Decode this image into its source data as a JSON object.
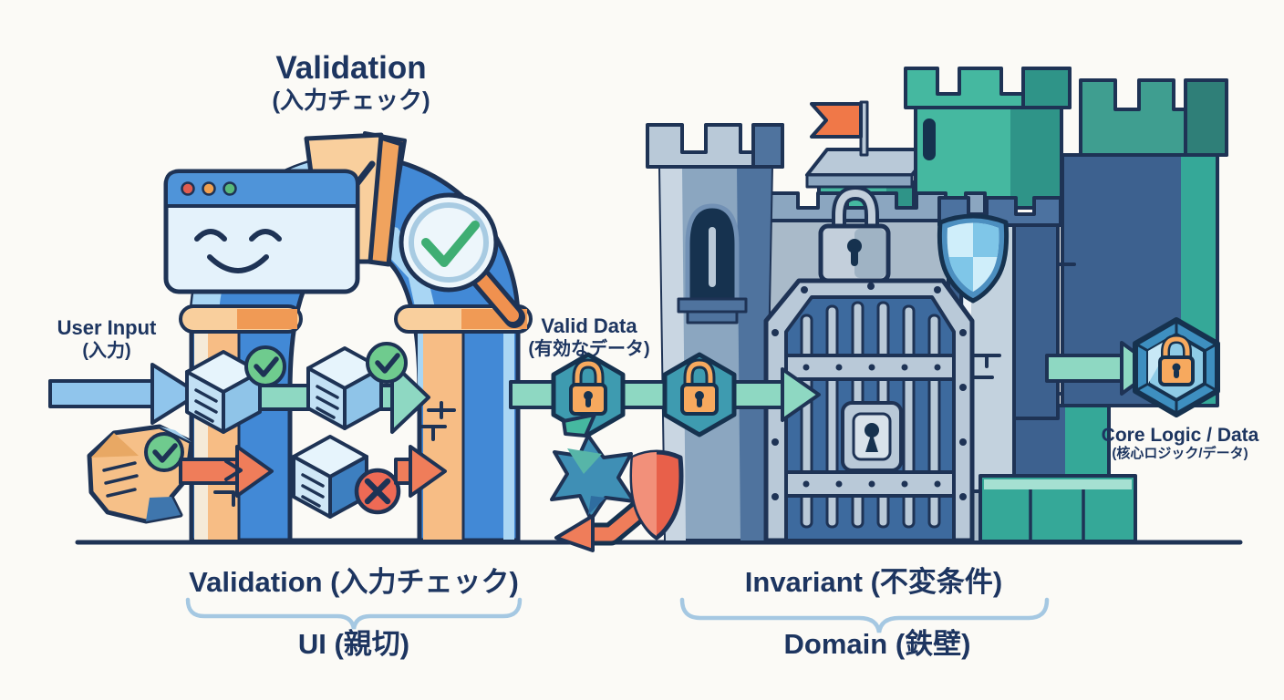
{
  "scene": {
    "description": "Concept illustration: friendly validation archway (UI) versus invariant fortress (Domain)",
    "background": "#fbfaf6"
  },
  "top_title": {
    "en": "Validation",
    "ja": "(入力チェック)"
  },
  "flow_labels": {
    "user_input": {
      "en": "User Input",
      "ja": "(入力)"
    },
    "valid_data": {
      "en": "Valid Data",
      "ja": "(有効なデータ)"
    },
    "core_logic": {
      "en": "Core Logic / Data",
      "ja": "(核心ロジック/データ)"
    }
  },
  "bottom_labels": {
    "left_heading": "Validation (入力チェック)",
    "left_sub": "UI (親切)",
    "right_heading": "Invariant (不変条件)",
    "right_sub": "Domain (鉄壁)"
  },
  "icons": {
    "browser_character": "smiling-browser-window",
    "keystone": "check-keystone",
    "magnifier": "magnifier-check",
    "data_cube": "data-cube",
    "check_badge": "green-check-badge",
    "error_badge": "red-cross-badge",
    "invalid_package": "crumpled-box",
    "hex_lock": "hexagon-padlock",
    "gate": "portcullis-gate",
    "wall_lock": "padlock-emblem",
    "wall_shield": "shield-emblem",
    "flag": "orange-flag",
    "reject_shield": "red-shield",
    "invalid_star": "spiky-star",
    "core_gem": "gem-padlock"
  },
  "colors": {
    "background": "#fbfaf6",
    "outline_navy": "#1e3355",
    "text_navy": "#1d3560",
    "arch_blue": "#4289d6",
    "arch_light_blue": "#a9d6f4",
    "orange_light": "#f7bd85",
    "orange_dark": "#f0914f",
    "teal_arrow": "#8ed8c2",
    "green_check": "#6fcb8e",
    "red_error": "#ee6a55",
    "castle_gray": "#a9bac9",
    "castle_blue": "#3d618f",
    "castle_teal": "#41b39c",
    "shield_light_blue": "#7fc6e8",
    "brace_blue": "#a5c8e2"
  }
}
